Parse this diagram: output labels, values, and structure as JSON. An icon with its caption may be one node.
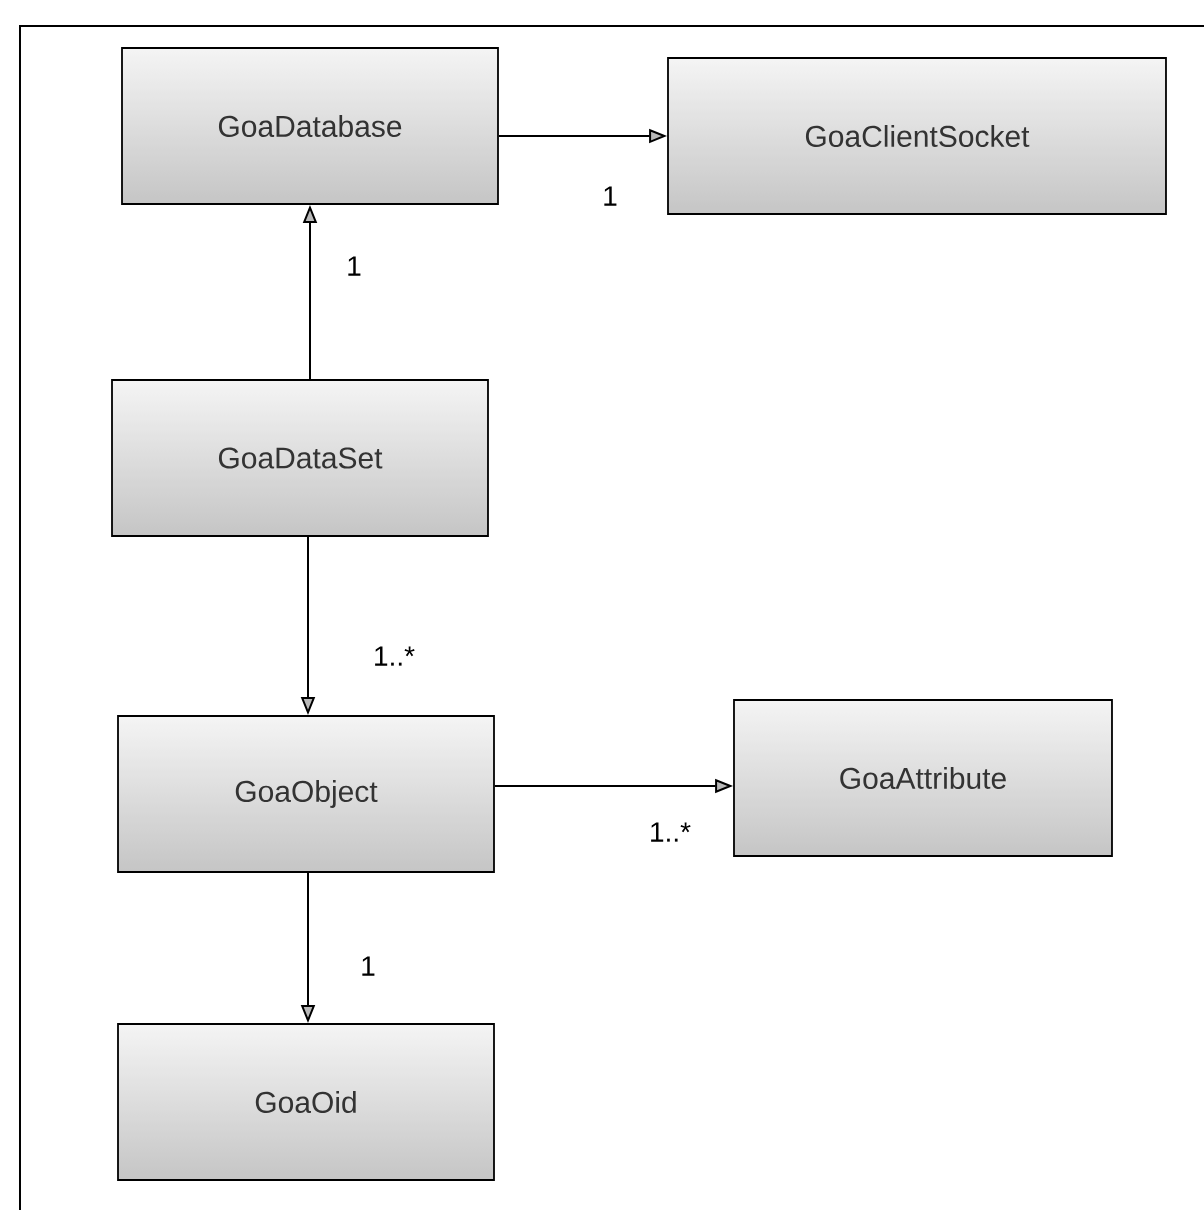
{
  "diagram": {
    "nodes": [
      {
        "text": [
          "GoaDatabase"
        ]
      },
      {
        "text": [
          "GoaClientSocket"
        ]
      },
      {
        "text": [
          "GoaDataSet"
        ]
      },
      {
        "text": [
          "GoaObject"
        ]
      },
      {
        "text": [
          "GoaAttribute"
        ]
      },
      {
        "text": [
          "GoaOid"
        ]
      }
    ],
    "edges": [
      {
        "from": 0,
        "to": 1,
        "arrow": "to",
        "label": "1"
      },
      {
        "from": 2,
        "to": 0,
        "arrow": "to",
        "label": "1"
      },
      {
        "from": 2,
        "to": 3,
        "arrow": "to",
        "label": "1..*"
      },
      {
        "from": 3,
        "to": 4,
        "arrow": "to",
        "label": "1..*"
      },
      {
        "from": 3,
        "to": 5,
        "arrow": "to",
        "label": "1"
      }
    ]
  }
}
